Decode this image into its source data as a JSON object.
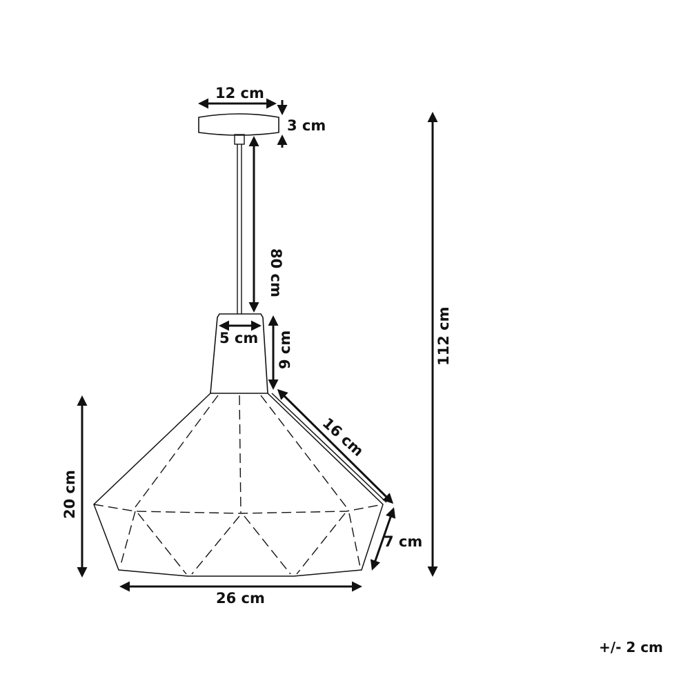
{
  "diagram": {
    "subject": "Pendant lamp dimension drawing",
    "colors": {
      "line": "#111111",
      "background": "#ffffff"
    },
    "dimensions": {
      "canopy_width": "12 cm",
      "canopy_height": "3 cm",
      "cord_length": "80 cm",
      "socket_width": "5 cm",
      "socket_height": "9 cm",
      "shade_slant_upper": "16 cm",
      "shade_slant_lower": "7 cm",
      "shade_height": "20 cm",
      "shade_width": "26 cm",
      "total_height": "112 cm"
    },
    "tolerance": "+/- 2 cm"
  }
}
